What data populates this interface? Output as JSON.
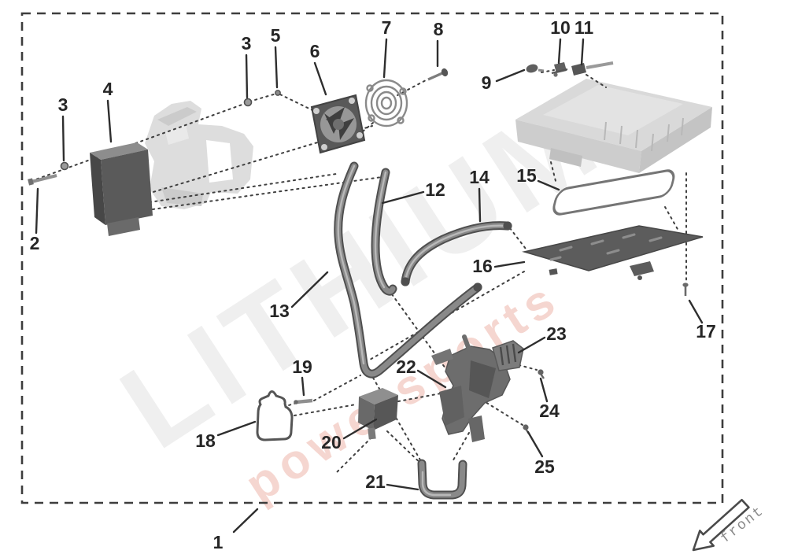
{
  "callouts": [
    {
      "label": "1"
    },
    {
      "label": "2"
    },
    {
      "label": "3"
    },
    {
      "label": "3"
    },
    {
      "label": "4"
    },
    {
      "label": "5"
    },
    {
      "label": "6"
    },
    {
      "label": "7"
    },
    {
      "label": "8"
    },
    {
      "label": "9"
    },
    {
      "label": "10"
    },
    {
      "label": "11"
    },
    {
      "label": "12"
    },
    {
      "label": "13"
    },
    {
      "label": "14"
    },
    {
      "label": "15"
    },
    {
      "label": "16"
    },
    {
      "label": "17"
    },
    {
      "label": "18"
    },
    {
      "label": "19"
    },
    {
      "label": "20"
    },
    {
      "label": "21"
    },
    {
      "label": "22"
    },
    {
      "label": "23"
    },
    {
      "label": "24"
    },
    {
      "label": "25"
    }
  ],
  "watermark": {
    "title": "LITHIUM",
    "subtitle": "powersports",
    "title_color": "#ebebeb",
    "subtitle_color": "#d23a1c"
  },
  "front_label": {
    "text": "front"
  },
  "colors": {
    "background": "#ffffff",
    "border": "#3d3d3d",
    "part_dark": "#5c5c5c",
    "part_mid": "#7d7d7d",
    "ghost_part": "#d8d8d8",
    "leader_line": "#2e2e2e"
  }
}
